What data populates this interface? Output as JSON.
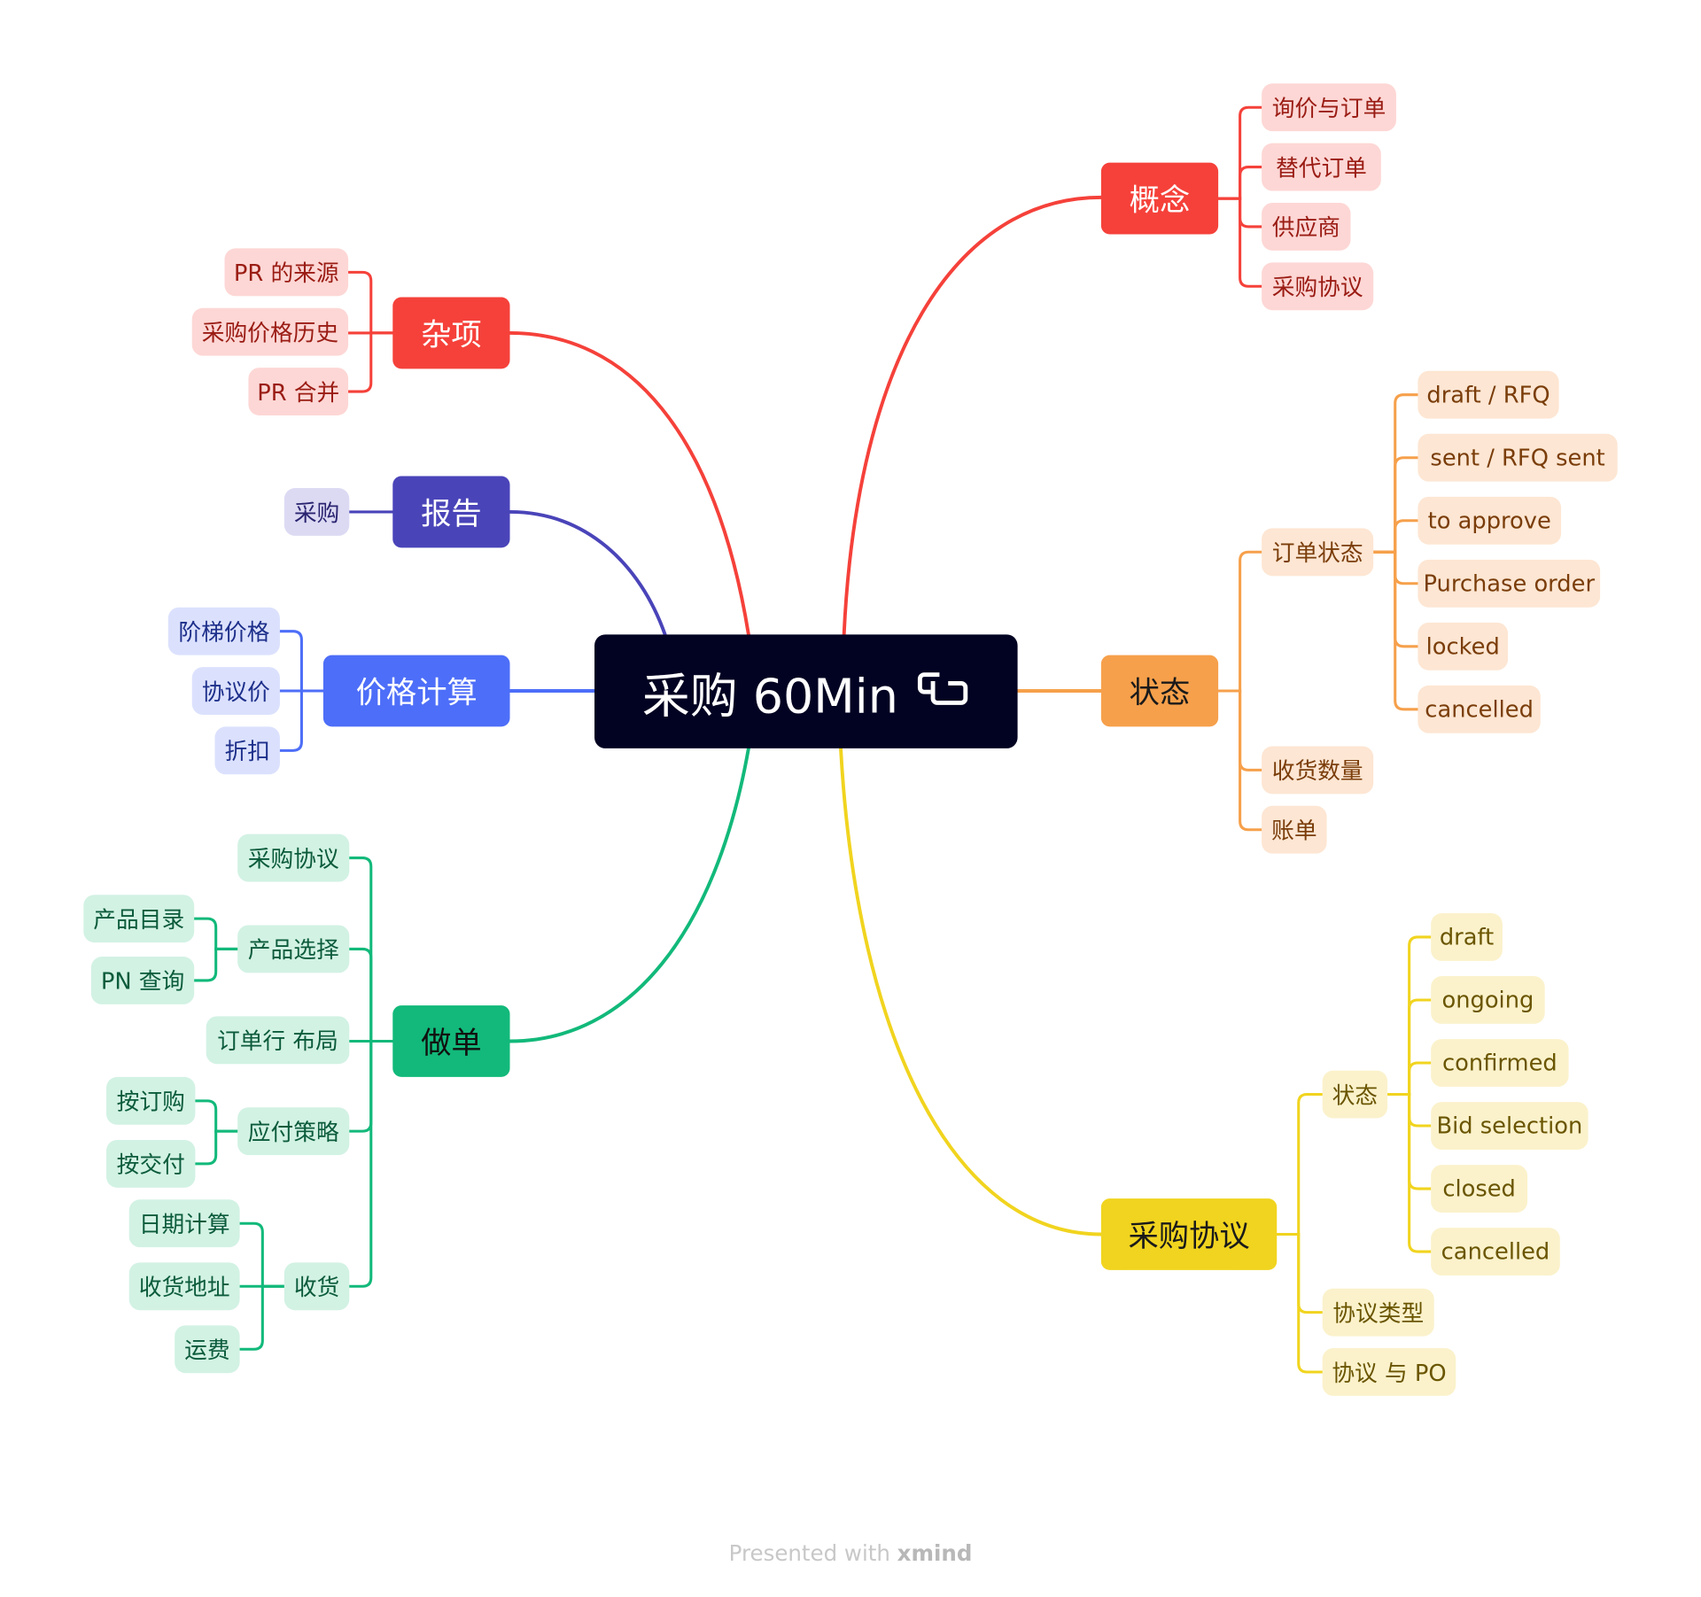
{
  "root": {
    "title": "采购 60Min",
    "icon": "link-icon"
  },
  "branches": [
    {
      "label": "概念",
      "color": "#f5413a",
      "children": [
        {
          "label": "询价与订单"
        },
        {
          "label": "替代订单"
        },
        {
          "label": "供应商"
        },
        {
          "label": "采购协议"
        }
      ]
    },
    {
      "label": "状态",
      "color": "#f6a04b",
      "children": [
        {
          "label": "订单状态",
          "children": [
            {
              "label": "draft / RFQ"
            },
            {
              "label": "sent / RFQ sent"
            },
            {
              "label": "to approve"
            },
            {
              "label": "Purchase order"
            },
            {
              "label": "locked"
            },
            {
              "label": "cancelled"
            }
          ]
        },
        {
          "label": "收货数量"
        },
        {
          "label": "账单"
        }
      ]
    },
    {
      "label": "采购协议",
      "color": "#f1d41f",
      "children": [
        {
          "label": "状态",
          "children": [
            {
              "label": "draft"
            },
            {
              "label": "ongoing"
            },
            {
              "label": "confirmed"
            },
            {
              "label": "Bid selection"
            },
            {
              "label": "closed"
            },
            {
              "label": "cancelled"
            }
          ]
        },
        {
          "label": "协议类型"
        },
        {
          "label": "协议 与 PO"
        }
      ]
    },
    {
      "label": "做单",
      "color": "#12b97a",
      "children": [
        {
          "label": "采购协议"
        },
        {
          "label": "产品选择",
          "children": [
            {
              "label": "产品目录"
            },
            {
              "label": "PN 查询"
            }
          ]
        },
        {
          "label": "订单行 布局"
        },
        {
          "label": "应付策略",
          "children": [
            {
              "label": "按订购"
            },
            {
              "label": "按交付"
            }
          ]
        },
        {
          "label": "收货",
          "children": [
            {
              "label": "日期计算"
            },
            {
              "label": "收货地址"
            },
            {
              "label": "运费"
            }
          ]
        }
      ]
    },
    {
      "label": "价格计算",
      "color": "#4d6ef8",
      "children": [
        {
          "label": "阶梯价格"
        },
        {
          "label": "协议价"
        },
        {
          "label": "折扣"
        }
      ]
    },
    {
      "label": "报告",
      "color": "#4a44b9",
      "children": [
        {
          "label": "采购"
        }
      ]
    },
    {
      "label": "杂项",
      "color": "#f5413a",
      "children": [
        {
          "label": "PR 的来源"
        },
        {
          "label": "采购价格历史"
        },
        {
          "label": "PR 合并"
        }
      ]
    }
  ],
  "footer": {
    "prefix": "Presented with",
    "brand": "xmind"
  }
}
